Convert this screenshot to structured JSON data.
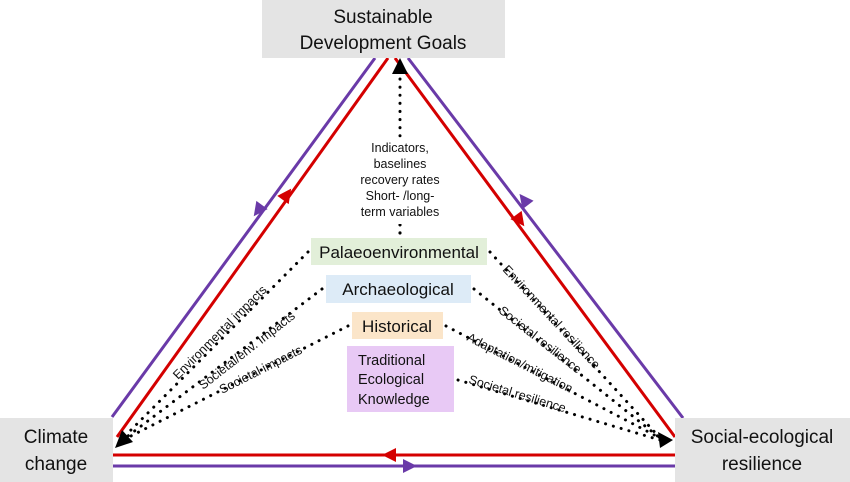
{
  "nodes": {
    "sdg": [
      "Sustainable",
      "Development Goals"
    ],
    "climate": [
      "Climate",
      "change"
    ],
    "resilience": [
      "Social-ecological",
      "resilience"
    ]
  },
  "center_text": [
    "Indicators,",
    "baselines",
    "recovery rates",
    "Short- /long-",
    "term variables"
  ],
  "sources": {
    "palaeo": {
      "label": "Palaeoenvironmental",
      "color": "#e2efd9"
    },
    "arch": {
      "label": "Archaeological",
      "color": "#ddebf7"
    },
    "hist": {
      "label": "Historical",
      "color": "#fbe5c9"
    },
    "tek": {
      "lines": [
        "Traditional",
        "Ecological",
        "Knowledge"
      ],
      "color": "#e8c9f5"
    }
  },
  "left_labels": [
    "Environmental impacts",
    "Societal/env. Impacts",
    "Societal impacts"
  ],
  "right_labels": [
    "Environmental resilience",
    "Societal resilience",
    "Adaptation/mitigation",
    "Societal resilience"
  ],
  "colors": {
    "red": "#d40000",
    "purple": "#6a3aa8",
    "node_bg": "#e4e4e4"
  }
}
